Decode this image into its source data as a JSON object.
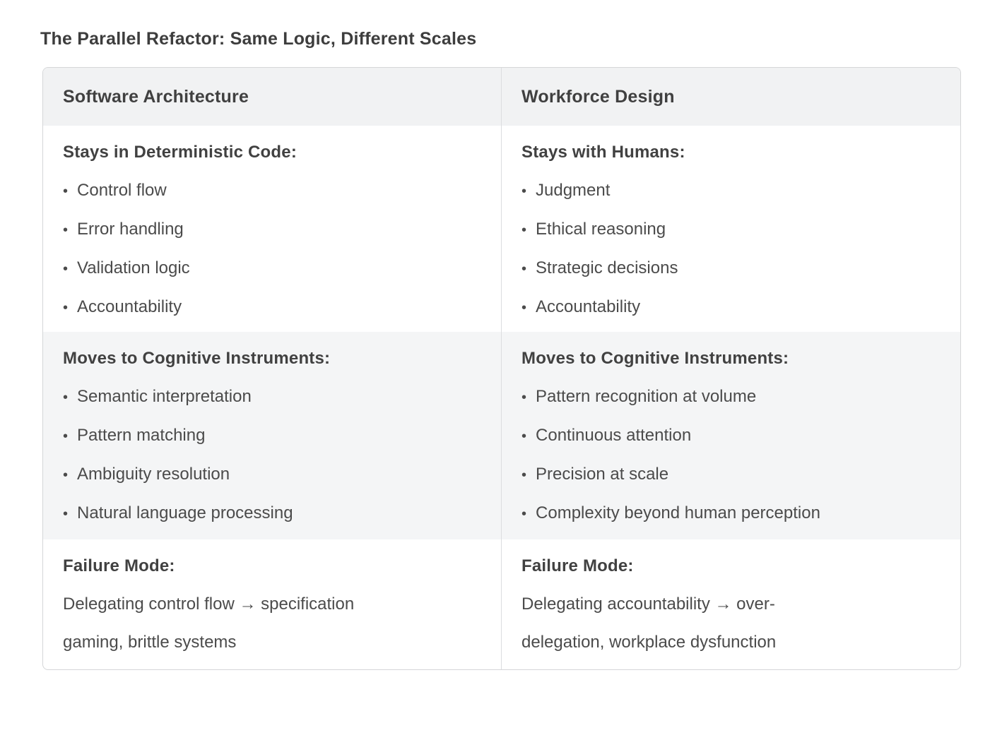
{
  "page": {
    "title": "The Parallel Refactor: Same Logic, Different Scales"
  },
  "table": {
    "bullet_char": "•",
    "columns": [
      {
        "header": "Software Architecture",
        "rows": [
          {
            "heading": "Stays in Deterministic Code:",
            "items": [
              "Control flow",
              "Error handling",
              "Validation logic",
              "Accountability"
            ]
          },
          {
            "heading": "Moves to Cognitive Instruments:",
            "items": [
              "Semantic interpretation",
              "Pattern matching",
              "Ambiguity resolution",
              "Natural language processing"
            ]
          },
          {
            "heading": "Failure Mode:",
            "text": "Delegating control flow → specification\ngaming, brittle systems"
          }
        ]
      },
      {
        "header": "Workforce Design",
        "rows": [
          {
            "heading": "Stays with Humans:",
            "items": [
              "Judgment",
              "Ethical reasoning",
              "Strategic decisions",
              "Accountability"
            ]
          },
          {
            "heading": "Moves to Cognitive Instruments:",
            "items": [
              "Pattern recognition at volume",
              "Continuous attention",
              "Precision at scale",
              "Complexity beyond human perception"
            ]
          },
          {
            "heading": "Failure Mode:",
            "text": "Delegating accountability → over-\ndelegation, workplace dysfunction"
          }
        ]
      }
    ]
  },
  "colors": {
    "header_bg": "#f1f2f3",
    "stripe_bg": "#f4f5f6",
    "table_border": "#d5d6d8",
    "title_text": "#3d3d3d",
    "heading_text": "#414141",
    "body_text": "#4b4b4b"
  }
}
